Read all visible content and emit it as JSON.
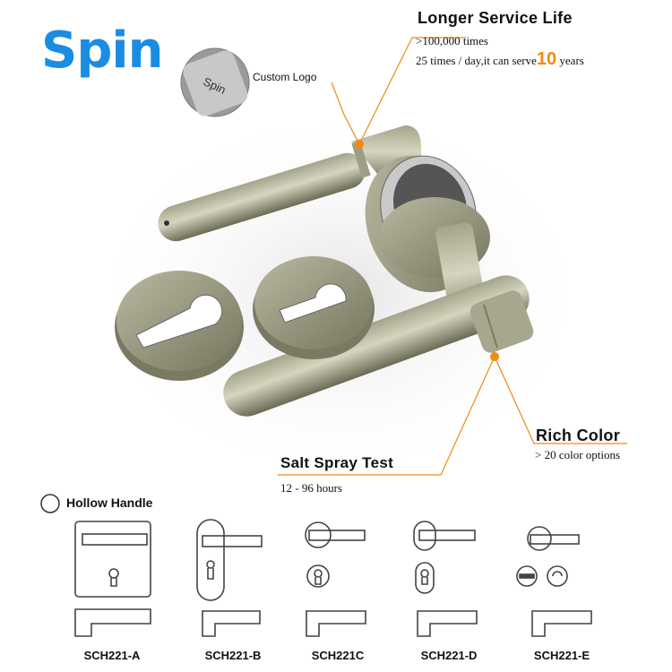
{
  "logo": {
    "text_s": "S",
    "text_rest": "pin"
  },
  "callouts": {
    "custom_logo": "Custom Logo",
    "service_life": {
      "title": "Longer Service Life",
      "line1": ">100,000 times",
      "line2_pre": "25 times / day,it can serve",
      "line2_num": "10",
      "line2_post": "years"
    },
    "rich_color": {
      "title": "Rich Color",
      "line1": "> 20 color options"
    },
    "salt_spray": {
      "title": "Salt Spray Test",
      "line1": "12 - 96 hours"
    }
  },
  "section": {
    "label": "Hollow Handle"
  },
  "models": [
    "SCH221-A",
    "SCH221-B",
    "SCH221C",
    "SCH221-D",
    "SCH221-E"
  ],
  "colors": {
    "accent": "#f08a12",
    "brand": "#1a8de3",
    "metal": "#8a8a72",
    "metal_dark": "#6a6a55"
  }
}
